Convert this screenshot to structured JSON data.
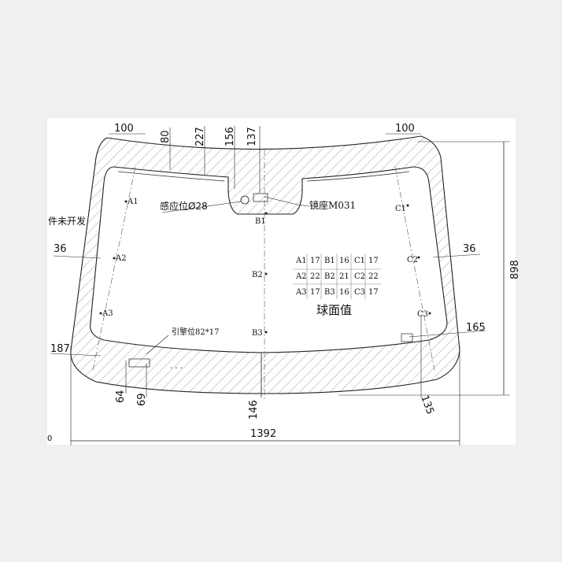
{
  "dimensions": {
    "top_left_width": "100",
    "top_right_width": "100",
    "top_band_left": "80",
    "band_227": "227",
    "band_156": "156",
    "band_137": "137",
    "left_side": "36",
    "right_side": "36",
    "height": "898",
    "bottom_left": "187",
    "bottom_right": "165",
    "dim_64": "64",
    "dim_69": "69",
    "bottom_center": "146",
    "bottom_right_vertical": "135",
    "overall_width": "1392"
  },
  "labels": {
    "sensor": "感应位Ø28",
    "mirror_mount": "镜座M031",
    "engine_pos": "引擎位82*17",
    "unsealed": "件未开发",
    "sphere_value": "球面值",
    "edge_fragment": "0",
    "dots": "· · ·"
  },
  "points": {
    "A1": "A1",
    "A2": "A2",
    "A3": "A3",
    "B1": "B1",
    "B2": "B2",
    "B3": "B3",
    "C1": "C1",
    "C2": "C2",
    "C3": "C3"
  },
  "curvature_table": [
    [
      "A1",
      "17",
      "B1",
      "16",
      "C1",
      "17"
    ],
    [
      "A2",
      "22",
      "B2",
      "21",
      "C2",
      "22"
    ],
    [
      "A3",
      "17",
      "B3",
      "16",
      "C3",
      "17"
    ]
  ]
}
